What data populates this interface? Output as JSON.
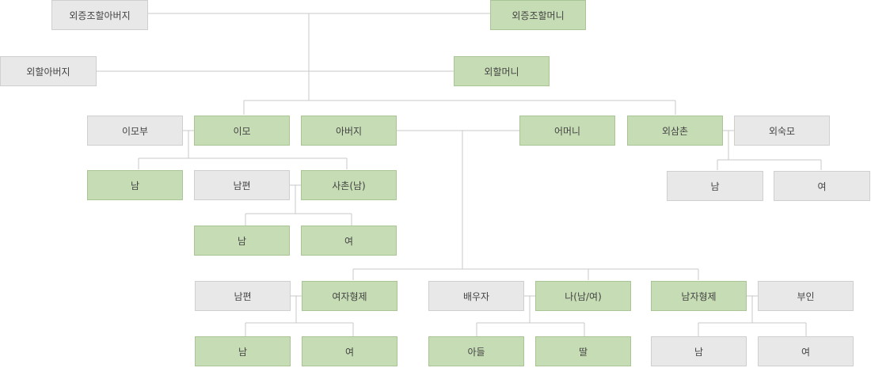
{
  "colors": {
    "gray": "#e8e8e8",
    "green": "#c6dcb4",
    "line": "#c8c8c8"
  },
  "nodes": {
    "maternal_great_grandfather": {
      "label": "외증조할아버지",
      "tone": "gray"
    },
    "maternal_great_grandmother": {
      "label": "외증조할머니",
      "tone": "green"
    },
    "maternal_grandfather": {
      "label": "외할아버지",
      "tone": "gray"
    },
    "maternal_grandmother": {
      "label": "외할머니",
      "tone": "green"
    },
    "aunt_husband": {
      "label": "이모부",
      "tone": "gray"
    },
    "aunt": {
      "label": "이모",
      "tone": "green"
    },
    "father": {
      "label": "아버지",
      "tone": "green"
    },
    "mother": {
      "label": "어머니",
      "tone": "green"
    },
    "maternal_uncle": {
      "label": "외삼촌",
      "tone": "green"
    },
    "maternal_uncle_wife": {
      "label": "외숙모",
      "tone": "gray"
    },
    "aunt_son": {
      "label": "남",
      "tone": "green"
    },
    "cousin_husband": {
      "label": "남편",
      "tone": "gray"
    },
    "cousin": {
      "label": "사촌(남)",
      "tone": "green"
    },
    "cousin_son": {
      "label": "남",
      "tone": "green"
    },
    "cousin_daughter": {
      "label": "여",
      "tone": "green"
    },
    "uncle_son": {
      "label": "남",
      "tone": "gray"
    },
    "uncle_daughter": {
      "label": "여",
      "tone": "gray"
    },
    "sister_husband": {
      "label": "남편",
      "tone": "gray"
    },
    "sister": {
      "label": "여자형제",
      "tone": "green"
    },
    "spouse": {
      "label": "배우자",
      "tone": "gray"
    },
    "self": {
      "label": "나(남/여)",
      "tone": "green"
    },
    "brother": {
      "label": "남자형제",
      "tone": "green"
    },
    "brother_wife": {
      "label": "부인",
      "tone": "gray"
    },
    "sister_son": {
      "label": "남",
      "tone": "green"
    },
    "sister_daughter": {
      "label": "여",
      "tone": "green"
    },
    "self_son": {
      "label": "아들",
      "tone": "green"
    },
    "self_daughter": {
      "label": "딸",
      "tone": "green"
    },
    "brother_son": {
      "label": "남",
      "tone": "gray"
    },
    "brother_daughter": {
      "label": "여",
      "tone": "gray"
    }
  }
}
